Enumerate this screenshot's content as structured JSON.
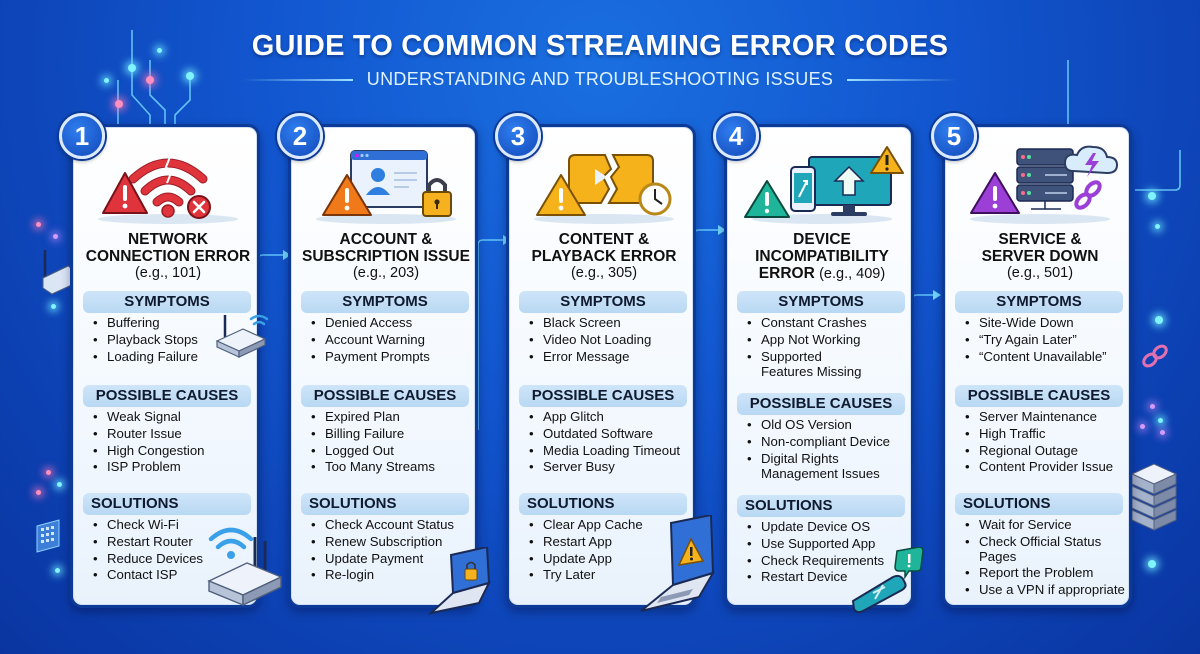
{
  "header": {
    "title": "GUIDE TO COMMON STREAMING ERROR CODES",
    "subtitle": "UNDERSTANDING AND TROUBLESHOOTING ISSUES"
  },
  "colors": {
    "background": "#1256cf",
    "card_border": "#0d3a96",
    "section_header": "#c4def6",
    "network_icon": "#e0343c",
    "account_icon": "#f07a1a",
    "content_icon": "#f5b21b",
    "device_icon": "#1fb59a",
    "server_icon": "#9b3fd6"
  },
  "cards": [
    {
      "number": "1",
      "icon": "wifi-error-icon",
      "title": "NETWORK CONNECTION ERROR",
      "title_lines": [
        "NETWORK",
        "CONNECTION ERROR"
      ],
      "code": "(e.g., 101)",
      "symptoms_label": "SYMPTOMS",
      "symptoms": [
        "Buffering",
        "Playback Stops",
        "Loading Failure"
      ],
      "causes_label": "POSSIBLE CAUSES",
      "causes": [
        "Weak Signal",
        "Router Issue",
        "High Congestion",
        "ISP Problem"
      ],
      "solutions_label": "SOLUTIONS",
      "solutions": [
        "Check Wi-Fi",
        "Restart Router",
        "Reduce Devices",
        "Contact ISP"
      ]
    },
    {
      "number": "2",
      "icon": "account-lock-icon",
      "title": "ACCOUNT & SUBSCRIPTION ISSUE",
      "title_lines": [
        "ACCOUNT &",
        "SUBSCRIPTION ISSUE"
      ],
      "code": "(e.g., 203)",
      "symptoms_label": "SYMPTOMS",
      "symptoms": [
        "Denied Access",
        "Account Warning",
        "Payment Prompts"
      ],
      "causes_label": "POSSIBLE CAUSES",
      "causes": [
        "Expired Plan",
        "Billing Failure",
        "Logged Out",
        "Too Many Streams"
      ],
      "solutions_label": "SOLUTIONS",
      "solutions": [
        "Check Account Status",
        "Renew Subscription",
        "Update Payment",
        "Re-login"
      ]
    },
    {
      "number": "3",
      "icon": "broken-playback-icon",
      "title": "CONTENT & PLAYBACK ERROR",
      "title_lines": [
        "CONTENT &",
        "PLAYBACK ERROR"
      ],
      "code": "(e.g., 305)",
      "symptoms_label": "SYMPTOMS",
      "symptoms": [
        "Black Screen",
        "Video Not Loading",
        "Error Message"
      ],
      "causes_label": "POSSIBLE CAUSES",
      "causes": [
        "App Glitch",
        "Outdated Software",
        "Media Loading Timeout",
        "Server Busy"
      ],
      "solutions_label": "SOLUTIONS",
      "solutions": [
        "Clear App Cache",
        "Restart App",
        "Update App",
        "Try Later"
      ]
    },
    {
      "number": "4",
      "icon": "device-update-icon",
      "title": "DEVICE INCOMPATIBILITY ERROR",
      "title_lines": [
        "DEVICE",
        "INCOMPATIBILITY",
        "ERROR"
      ],
      "code": "(e.g., 409)",
      "symptoms_label": "SYMPTOMS",
      "symptoms": [
        "Constant Crashes",
        "App Not Working",
        "Supported Features Missing"
      ],
      "causes_label": "POSSIBLE CAUSES",
      "causes": [
        "Old OS Version",
        "Non-compliant Device",
        "Digital Rights Management Issues"
      ],
      "solutions_label": "SOLUTIONS",
      "solutions": [
        "Update Device OS",
        "Use Supported App",
        "Check Requirements",
        "Restart Device"
      ]
    },
    {
      "number": "5",
      "icon": "server-down-icon",
      "title": "SERVICE & SERVER DOWN",
      "title_lines": [
        "SERVICE &",
        "SERVER DOWN"
      ],
      "code": "(e.g., 501)",
      "symptoms_label": "SYMPTOMS",
      "symptoms": [
        "Site-Wide Down",
        "“Try Again Later”",
        "“Content Unavailable”"
      ],
      "causes_label": "POSSIBLE CAUSES",
      "causes": [
        "Server Maintenance",
        "High Traffic",
        "Regional Outage",
        "Content Provider Issue"
      ],
      "solutions_label": "SOLUTIONS",
      "solutions": [
        "Wait for Service",
        "Check Official Status Pages",
        "Report the Problem",
        "Use a VPN if appropriate"
      ]
    }
  ]
}
